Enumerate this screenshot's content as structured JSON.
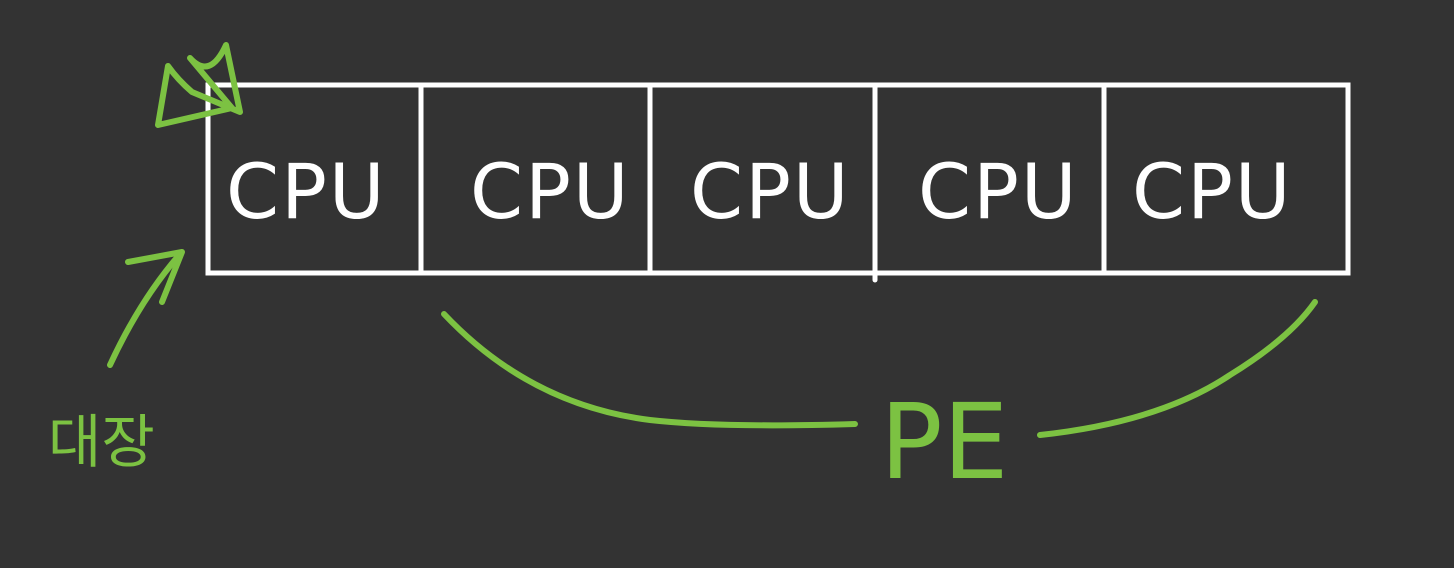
{
  "cells": [
    {
      "label": "CPU"
    },
    {
      "label": "CPU"
    },
    {
      "label": "CPU"
    },
    {
      "label": "CPU"
    },
    {
      "label": "CPU"
    }
  ],
  "annotations": {
    "leader_label": "대장",
    "pe_label": "PE"
  },
  "colors": {
    "background": "#333333",
    "outline": "#ffffff",
    "annotation": "#7cc242"
  }
}
